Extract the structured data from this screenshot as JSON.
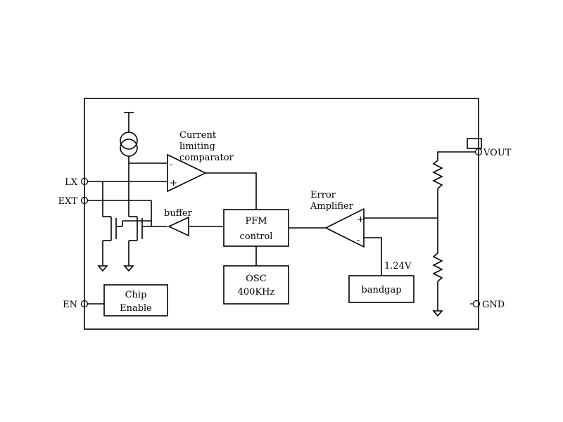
{
  "pins": {
    "lx": "LX",
    "ext": "EXT",
    "en": "EN",
    "vout": "VOUT",
    "gnd": "GND"
  },
  "blocks": {
    "current_limit": [
      "Current",
      "limiting",
      "comparator"
    ],
    "buffer": "buffer",
    "pfm": [
      "PFM",
      "control"
    ],
    "osc": [
      "OSC",
      "400KHz"
    ],
    "error_amp": [
      "Error",
      "Amplifier"
    ],
    "bandgap": "bandgap",
    "chip_enable": [
      "Chip",
      "Enable"
    ],
    "reference_voltage": "1.24V"
  },
  "signs": {
    "minus": "-",
    "plus": "+"
  }
}
